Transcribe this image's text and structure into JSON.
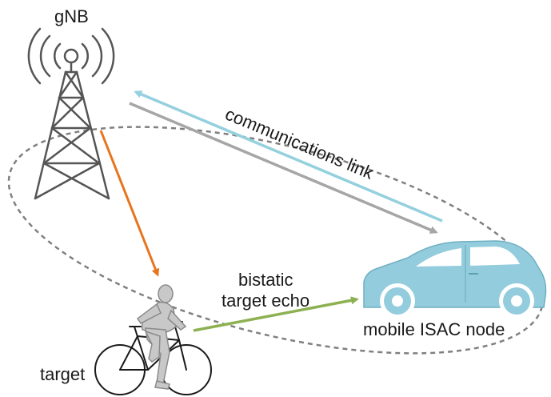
{
  "labels": {
    "gnb": "gNB",
    "communications_link": "communications link",
    "bistatic_line1": "bistatic",
    "bistatic_line2": "target echo",
    "mobile_node": "mobile ISAC node",
    "target": "target"
  },
  "colors": {
    "orange_arrow": "#E8741E",
    "blue_arrow": "#94D0DE",
    "gray_arrow": "#A6A6A6",
    "green_arrow": "#8DB152",
    "car_body": "#93CDDD",
    "ellipse": "#808080",
    "person": "#C8C8C8"
  }
}
